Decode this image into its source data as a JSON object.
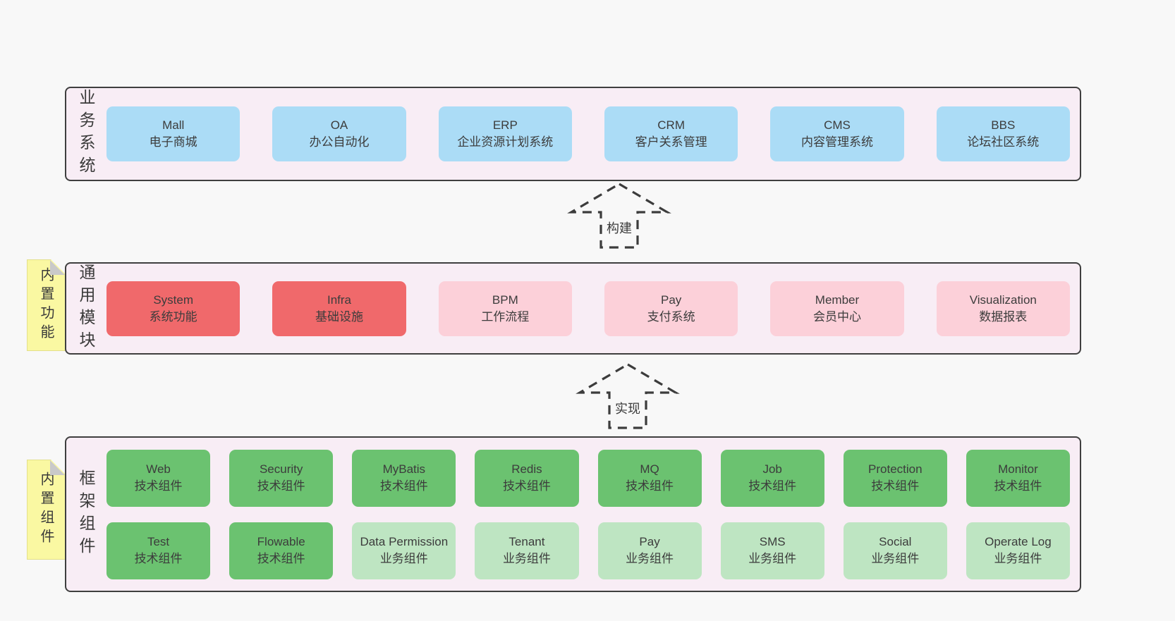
{
  "page": {
    "background": "#f8f8f8"
  },
  "colors": {
    "panel_fill": "#f8edf5",
    "panel_border": "#3f3f3f",
    "blue": "#abdcf6",
    "red": "#f0696b",
    "pink": "#fcd0d9",
    "green": "#6bc270",
    "lightgreen": "#bee5c2",
    "sticky_yellow": "#faf8a2",
    "fold_gray": "#c9c9c9",
    "text": "#3c3c3c"
  },
  "sections": [
    {
      "label": "业务系统",
      "boxes_rows": [
        [
          {
            "name": "Mall",
            "desc": "电子商城",
            "variant": "blue"
          },
          {
            "name": "OA",
            "desc": "办公自动化",
            "variant": "blue"
          },
          {
            "name": "ERP",
            "desc": "企业资源计划系统",
            "variant": "blue"
          },
          {
            "name": "CRM",
            "desc": "客户关系管理",
            "variant": "blue"
          },
          {
            "name": "CMS",
            "desc": "内容管理系统",
            "variant": "blue"
          },
          {
            "name": "BBS",
            "desc": "论坛社区系统",
            "variant": "blue"
          }
        ]
      ]
    },
    {
      "label": "通用模块",
      "sticky": "内置功能",
      "boxes_rows": [
        [
          {
            "name": "System",
            "desc": "系统功能",
            "variant": "red"
          },
          {
            "name": "Infra",
            "desc": "基础设施",
            "variant": "red"
          },
          {
            "name": "BPM",
            "desc": "工作流程",
            "variant": "pink"
          },
          {
            "name": "Pay",
            "desc": "支付系统",
            "variant": "pink"
          },
          {
            "name": "Member",
            "desc": "会员中心",
            "variant": "pink"
          },
          {
            "name": "Visualization",
            "desc": "数据报表",
            "variant": "pink"
          }
        ]
      ]
    },
    {
      "label": "框架组件",
      "sticky": "内置组件",
      "boxes_rows": [
        [
          {
            "name": "Web",
            "desc": "技术组件",
            "variant": "green"
          },
          {
            "name": "Security",
            "desc": "技术组件",
            "variant": "green"
          },
          {
            "name": "MyBatis",
            "desc": "技术组件",
            "variant": "green"
          },
          {
            "name": "Redis",
            "desc": "技术组件",
            "variant": "green"
          },
          {
            "name": "MQ",
            "desc": "技术组件",
            "variant": "green"
          },
          {
            "name": "Job",
            "desc": "技术组件",
            "variant": "green"
          },
          {
            "name": "Protection",
            "desc": "技术组件",
            "variant": "green"
          },
          {
            "name": "Monitor",
            "desc": "技术组件",
            "variant": "green"
          }
        ],
        [
          {
            "name": "Test",
            "desc": "技术组件",
            "variant": "green"
          },
          {
            "name": "Flowable",
            "desc": "技术组件",
            "variant": "green"
          },
          {
            "name": "Data Permission",
            "desc": "业务组件",
            "variant": "lightgreen"
          },
          {
            "name": "Tenant",
            "desc": "业务组件",
            "variant": "lightgreen"
          },
          {
            "name": "Pay",
            "desc": "业务组件",
            "variant": "lightgreen"
          },
          {
            "name": "SMS",
            "desc": "业务组件",
            "variant": "lightgreen"
          },
          {
            "name": "Social",
            "desc": "业务组件",
            "variant": "lightgreen"
          },
          {
            "name": "Operate Log",
            "desc": "业务组件",
            "variant": "lightgreen"
          }
        ]
      ]
    }
  ],
  "arrows": [
    {
      "label": "构建"
    },
    {
      "label": "实现"
    }
  ]
}
